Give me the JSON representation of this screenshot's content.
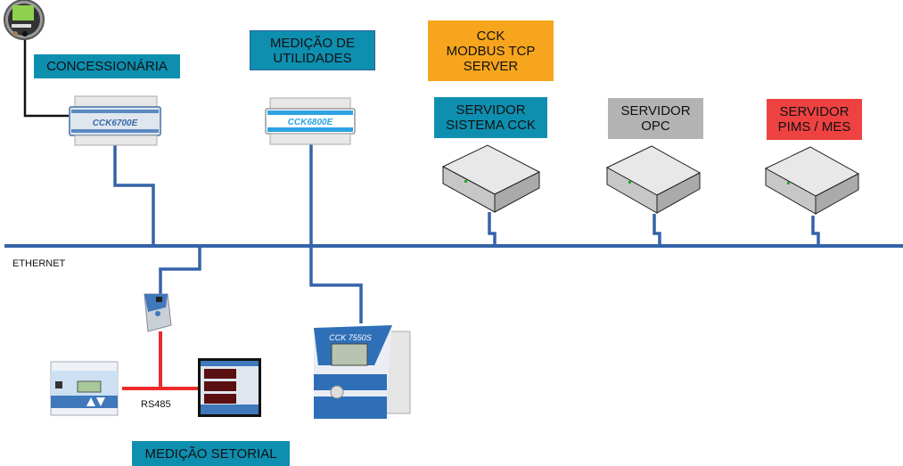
{
  "network": {
    "ethernet_label": "ETHERNET",
    "rs485_label": "RS485"
  },
  "labels": {
    "concessionaria": "CONCESSIONÁRIA",
    "medicao_utilidades": "MEDIÇÃO DE\nUTILIDADES",
    "modbus_server": "CCK\nMODBUS TCP\nSERVER",
    "servidor_cck": "SERVIDOR\nSISTEMA CCK",
    "servidor_opc": "SERVIDOR\nOPC",
    "servidor_pims": "SERVIDOR\nPIMS / MES",
    "medicao_setorial": "MEDIÇÃO SETORIAL"
  },
  "devices": {
    "cck6700e": "CCK6700E",
    "cck6800e": "CCK6800E",
    "cck7550s": "CCK 7550S"
  },
  "colors": {
    "teal": "#0e8fb0",
    "orange": "#f7a51c",
    "gray": "#b3b3b3",
    "red": "#ee4242",
    "ethernet": "#3563a8",
    "rs485": "#ee2a2a"
  }
}
